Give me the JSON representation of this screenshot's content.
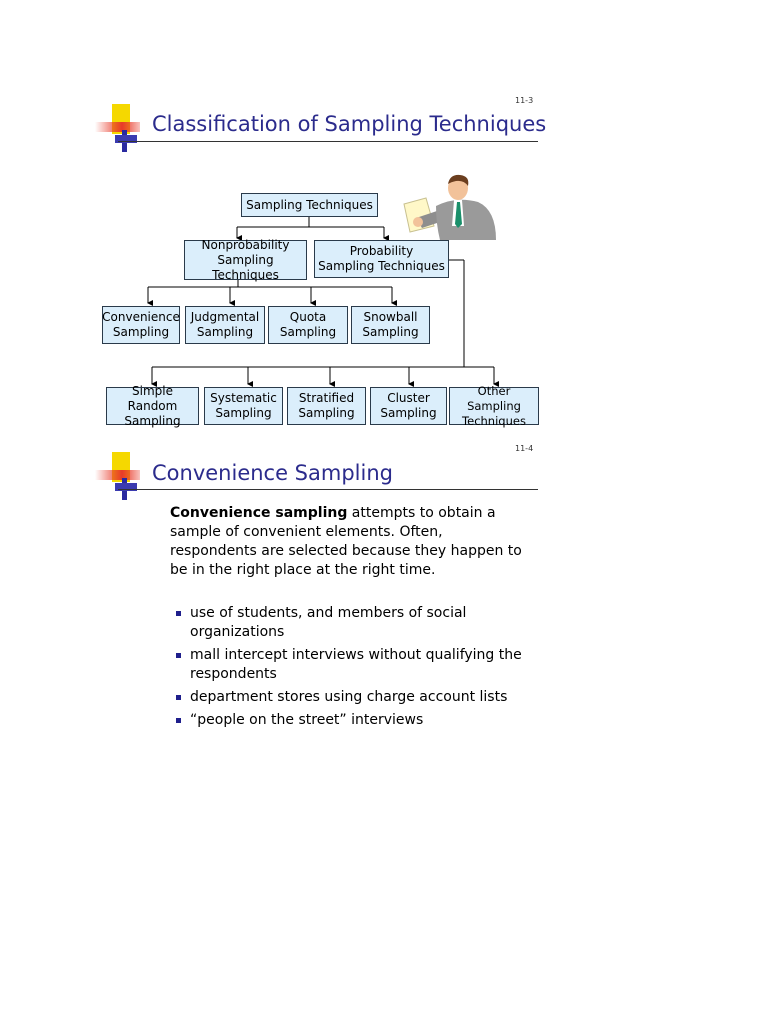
{
  "slide1": {
    "number": "11-3",
    "title": "Classification of Sampling Techniques",
    "root": "Sampling Techniques",
    "nonprob": "Nonprobability\nSampling Techniques",
    "prob": "Probability\nSampling Techniques",
    "nonprob_children": [
      "Convenience\nSampling",
      "Judgmental\nSampling",
      "Quota\nSampling",
      "Snowball\nSampling"
    ],
    "prob_children": [
      "Simple Random\nSampling",
      "Systematic\nSampling",
      "Stratified\nSampling",
      "Cluster\nSampling",
      "Other Sampling\nTechniques"
    ]
  },
  "slide2": {
    "number": "11-4",
    "title": "Convenience Sampling",
    "intro_bold": "Convenience sampling",
    "intro_rest": " attempts to obtain a sample of convenient elements.  Often, respondents are selected because they happen to be in the right place at the right time.",
    "bullets": [
      "use of students, and members of social organizations",
      "mall intercept interviews without qualifying the respondents",
      "department stores using charge account lists",
      "“people on the street” interviews"
    ]
  },
  "colors": {
    "title": "#2b2b8c",
    "box_fill": "#dbeefb",
    "deco_yellow": "#f5d800",
    "deco_red": "#e83a2a",
    "deco_blue": "#2a2aa0"
  }
}
